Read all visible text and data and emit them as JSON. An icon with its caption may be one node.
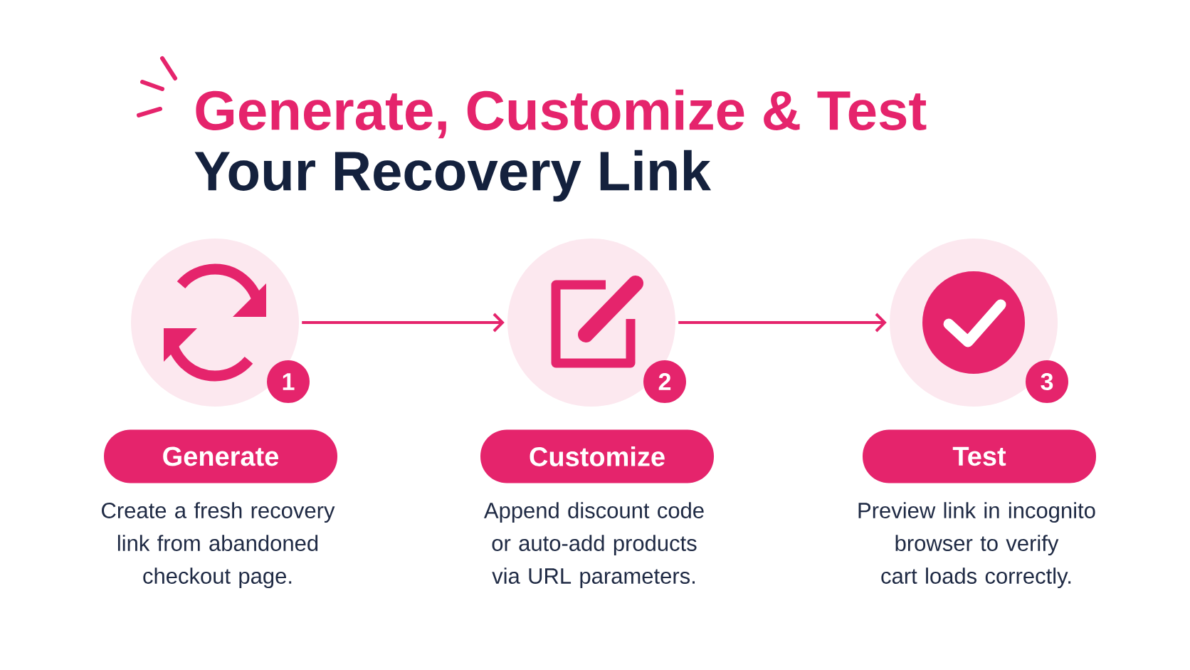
{
  "diagram": {
    "title": "Generate, Customize & Test",
    "nodes": [
      {
        "text": [],
        "shape": "circle"
      },
      {
        "text": [],
        "shape": "circle"
      },
      {
        "text": [],
        "shape": "circle"
      },
      {
        "text": [
          "Generate"
        ],
        "beside": [
          "Create a fresh recovery link from abandoned checkout page."
        ]
      },
      {
        "text": [
          "Customize"
        ],
        "beside": [
          "Append discount code or auto-add products via URL parameters."
        ]
      },
      {
        "text": [
          "Test"
        ],
        "beside": [
          "Preview link in incognito browser to verify cart loads correctly."
        ]
      }
    ],
    "edges": [
      {
        "from": 0,
        "to": 1,
        "arrow": "to"
      },
      {
        "from": 1,
        "to": 2,
        "arrow": "to"
      }
    ],
    "labels": [
      "Your Recovery Link",
      "1",
      "2",
      "3"
    ]
  }
}
